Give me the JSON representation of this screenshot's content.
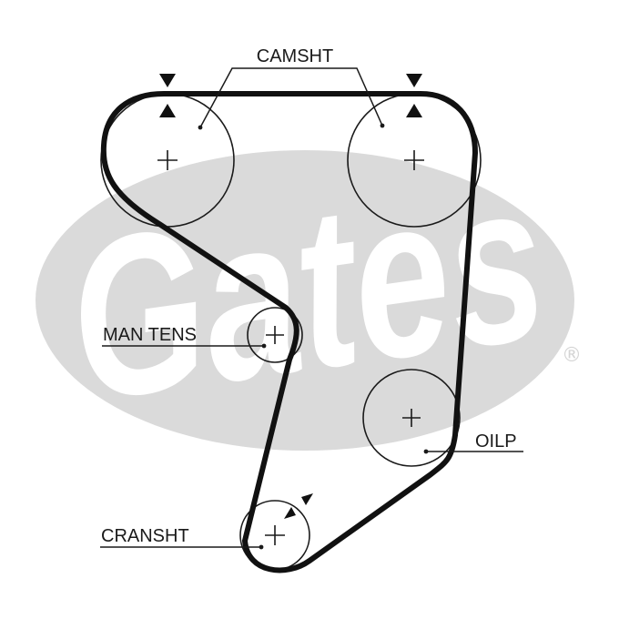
{
  "watermark": {
    "logo_text": "Gates",
    "registered_mark": "®",
    "color": "#d9d9d9"
  },
  "labels": {
    "camshaft": "CAMSHT",
    "manual_tensioner": "MAN TENS",
    "oil_pump": "OILP",
    "crankshaft": "CRANSHT"
  },
  "pulleys": [
    {
      "id": "camshaft-left",
      "label_key": "camshaft"
    },
    {
      "id": "camshaft-right",
      "label_key": "camshaft"
    },
    {
      "id": "manual-tensioner",
      "label_key": "manual_tensioner"
    },
    {
      "id": "oil-pump",
      "label_key": "oil_pump"
    },
    {
      "id": "crankshaft",
      "label_key": "crankshaft"
    }
  ],
  "colors": {
    "belt": "#111111",
    "pulley_outline": "#1a1a1a",
    "text": "#1a1a1a"
  }
}
